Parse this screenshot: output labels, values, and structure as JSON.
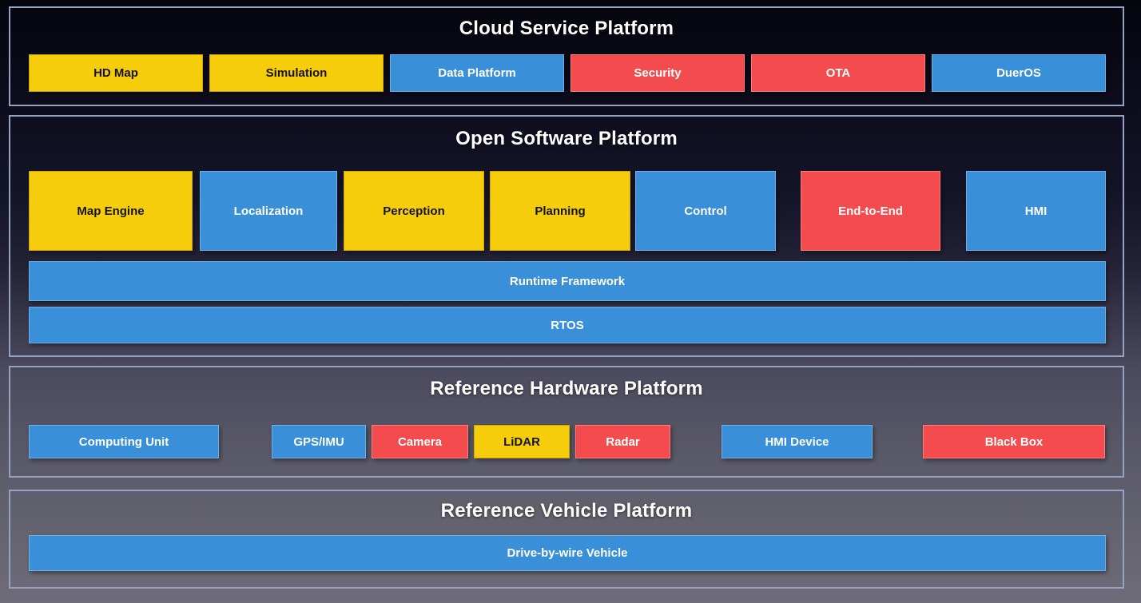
{
  "colors": {
    "yellow": "#F6CD0B",
    "blue": "#3A8FD9",
    "red": "#F44B4E",
    "panel_border": "#96A2C2",
    "title_text": "#FFFFFF",
    "text_on_yellow": "#141414",
    "text_on_blue": "#FFFFFF",
    "text_on_red": "#FFFFFF"
  },
  "cloud": {
    "title": "Cloud Service Platform",
    "boxes": [
      {
        "label": "HD Map",
        "color": "yellow"
      },
      {
        "label": "Simulation",
        "color": "yellow"
      },
      {
        "label": "Data Platform",
        "color": "blue"
      },
      {
        "label": "Security",
        "color": "red"
      },
      {
        "label": "OTA",
        "color": "red"
      },
      {
        "label": "DuerOS",
        "color": "blue"
      }
    ]
  },
  "software": {
    "title": "Open Software Platform",
    "modules": [
      {
        "label": "Map Engine",
        "color": "yellow"
      },
      {
        "label": "Localization",
        "color": "blue"
      },
      {
        "label": "Perception",
        "color": "yellow"
      },
      {
        "label": "Planning",
        "color": "yellow"
      },
      {
        "label": "Control",
        "color": "blue"
      },
      {
        "label": "End-to-End",
        "color": "red"
      },
      {
        "label": "HMI",
        "color": "blue"
      }
    ],
    "bars": [
      {
        "label": "Runtime Framework",
        "color": "blue"
      },
      {
        "label": "RTOS",
        "color": "blue"
      }
    ]
  },
  "hardware": {
    "title": "Reference Hardware Platform",
    "boxes": [
      {
        "label": "Computing Unit",
        "color": "blue"
      },
      {
        "label": "GPS/IMU",
        "color": "blue"
      },
      {
        "label": "Camera",
        "color": "red"
      },
      {
        "label": "LiDAR",
        "color": "yellow"
      },
      {
        "label": "Radar",
        "color": "red"
      },
      {
        "label": "HMI Device",
        "color": "blue"
      },
      {
        "label": "Black Box",
        "color": "red"
      }
    ]
  },
  "vehicle": {
    "title": "Reference Vehicle Platform",
    "bars": [
      {
        "label": "Drive-by-wire Vehicle",
        "color": "blue"
      }
    ]
  }
}
